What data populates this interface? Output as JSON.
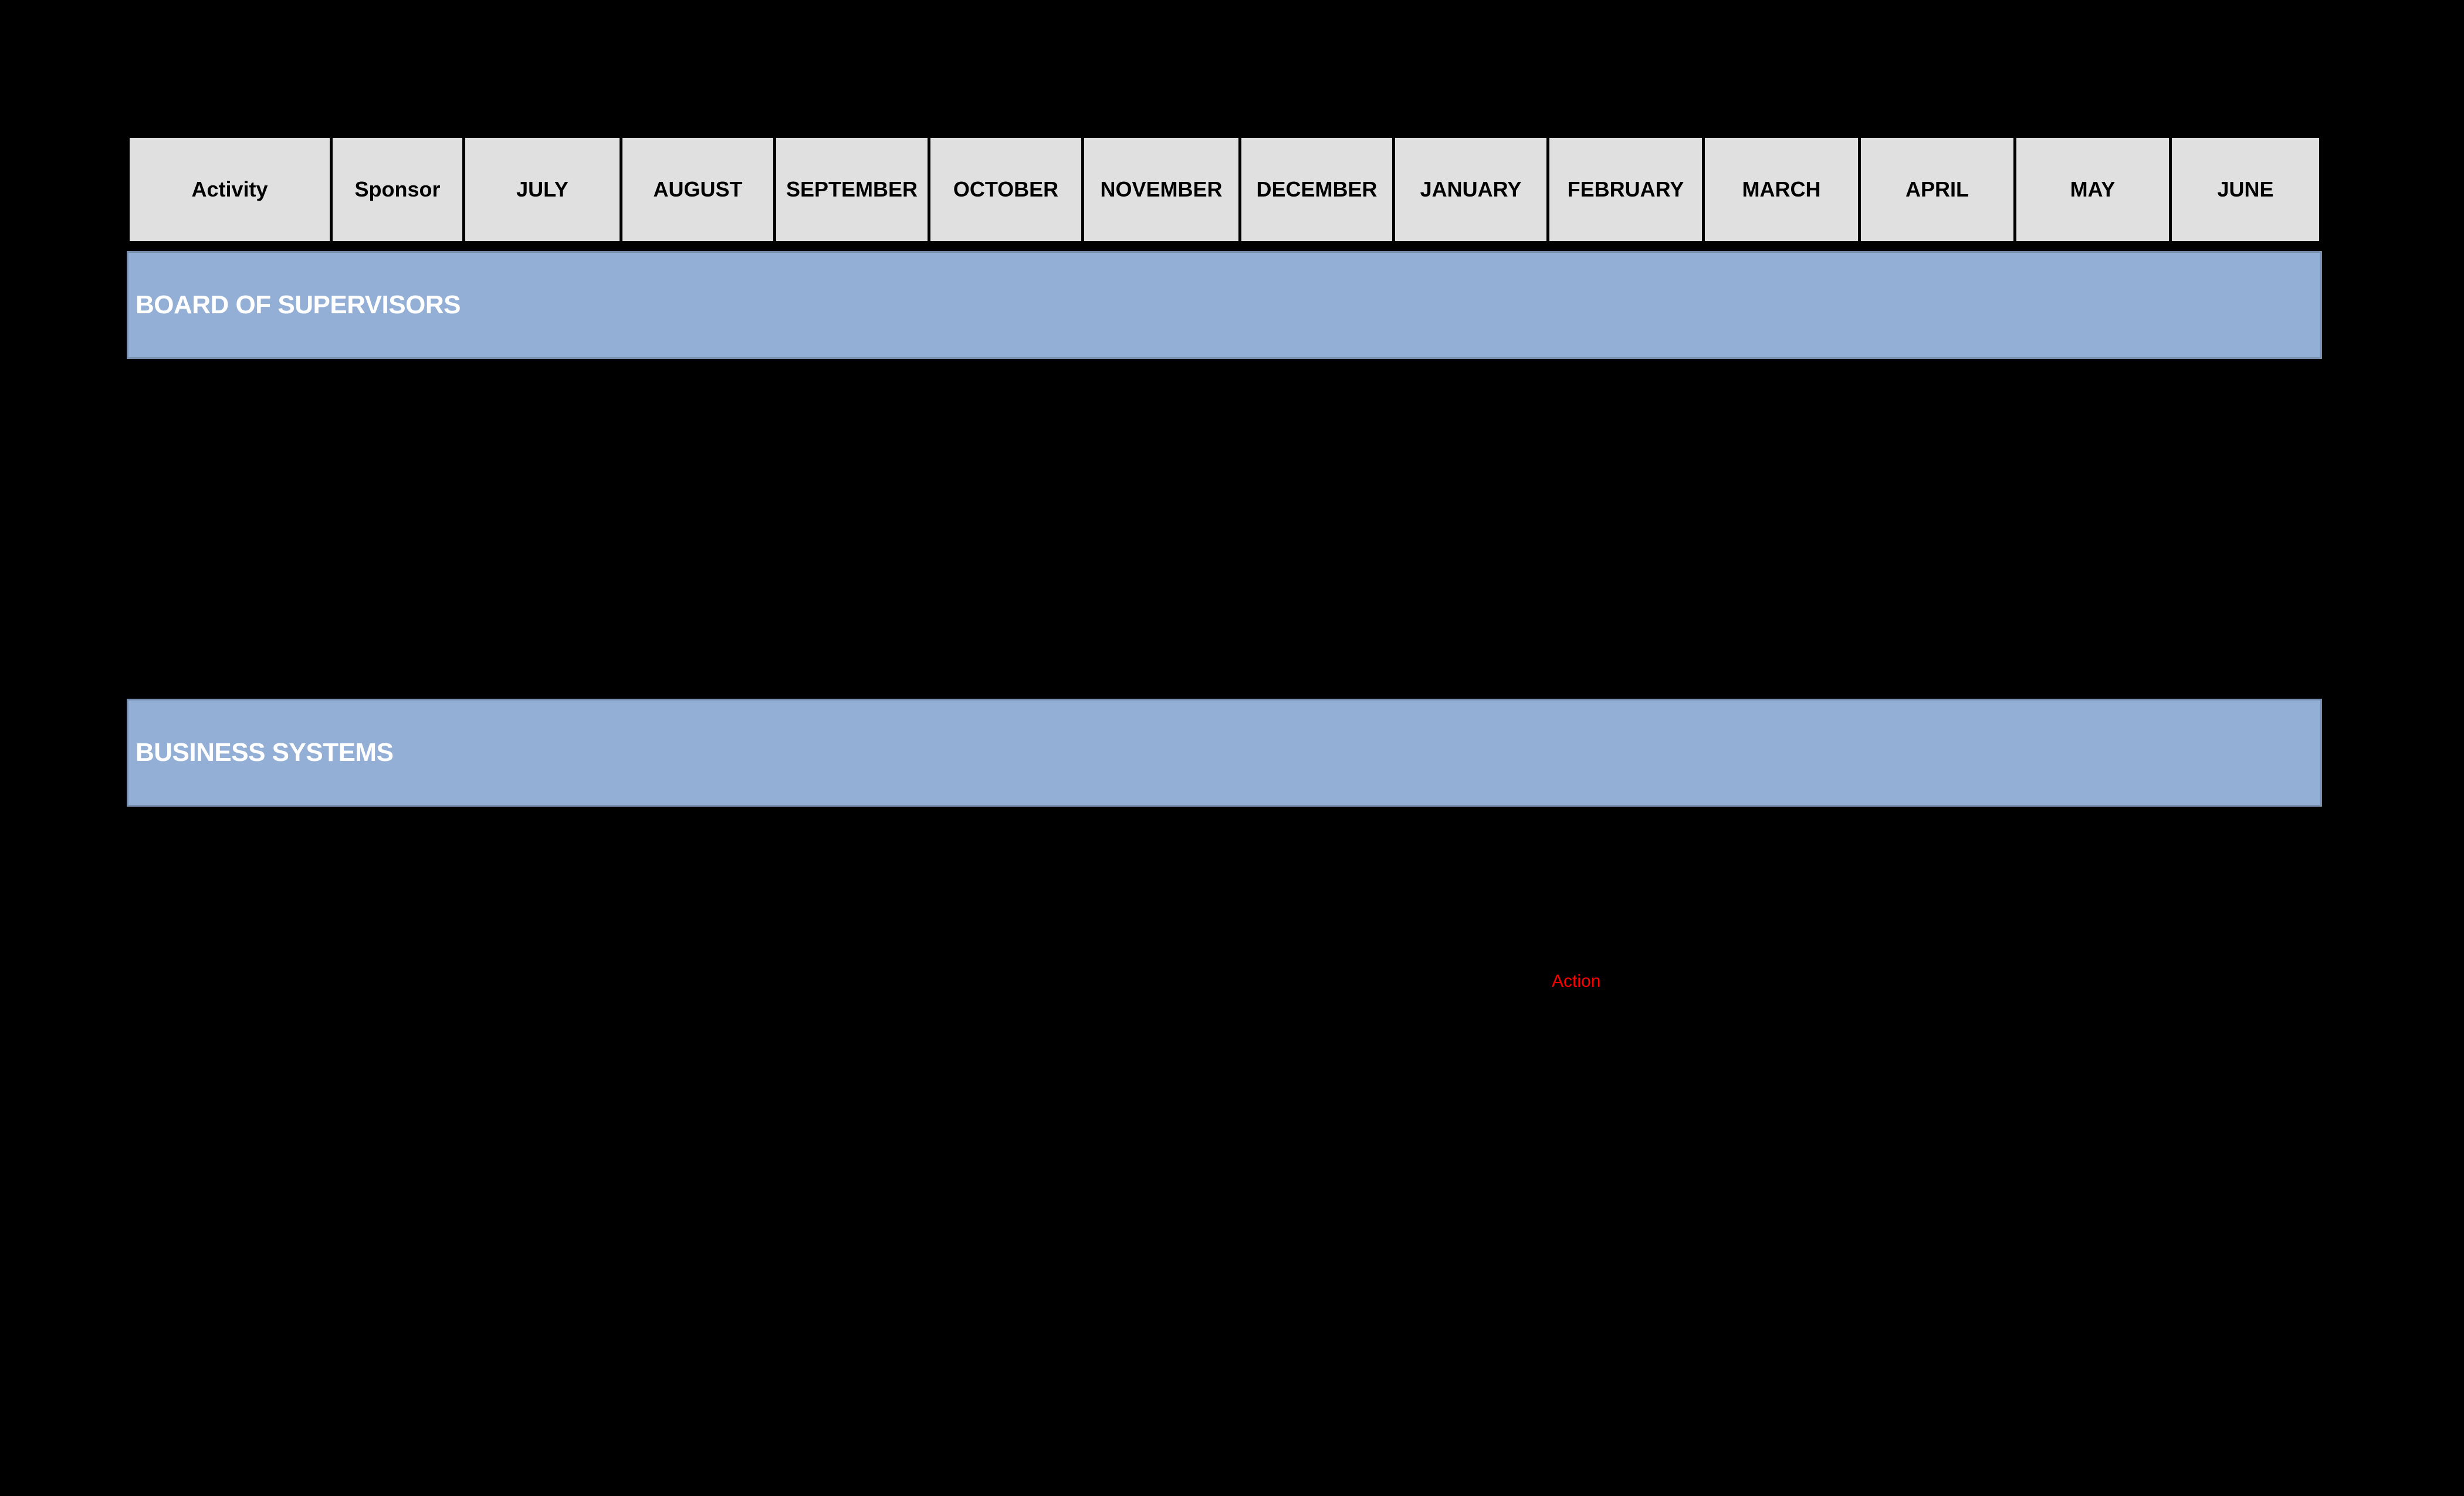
{
  "table": {
    "header": {
      "columns": [
        {
          "label": "Activity"
        },
        {
          "label": "Sponsor"
        },
        {
          "label": "JULY"
        },
        {
          "label": "AUGUST"
        },
        {
          "label": "SEPTEMBER"
        },
        {
          "label": "OCTOBER"
        },
        {
          "label": "NOVEMBER"
        },
        {
          "label": "DECEMBER"
        },
        {
          "label": "JANUARY"
        },
        {
          "label": "FEBRUARY"
        },
        {
          "label": "MARCH"
        },
        {
          "label": "APRIL"
        },
        {
          "label": "MAY"
        },
        {
          "label": "JUNE"
        }
      ]
    }
  },
  "sections": [
    {
      "title": "BOARD OF SUPERVISORS"
    },
    {
      "title": "BUSINESS SYSTEMS"
    }
  ],
  "annotations": [
    {
      "label": "Action"
    }
  ],
  "colors": {
    "background": "#000000",
    "header_fill": "#E0E0E0",
    "header_text": "#000000",
    "section_bar": "#93AFD6",
    "section_text": "#FFFFFF",
    "action_red": "#FF0000"
  }
}
